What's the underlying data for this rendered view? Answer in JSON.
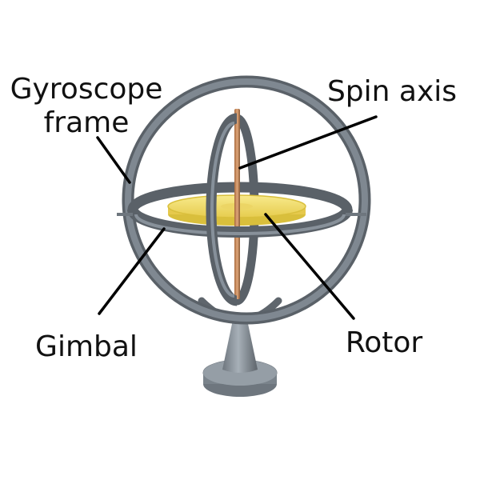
{
  "labels": {
    "frame_line1": "Gyroscope",
    "frame_line2": "frame",
    "spin_axis": "Spin axis",
    "gimbal": "Gimbal",
    "rotor": "Rotor"
  },
  "colors": {
    "metal": "#737c85",
    "metal_dark": "#545b62",
    "metal_light": "#9aa3ab",
    "rotor": "#f2df6e",
    "rotor_edge": "#d9bf3c",
    "axle": "#c98a5a",
    "axle_edge": "#8b5a36",
    "base": "#8c959e",
    "text": "#111111",
    "line": "#000000"
  }
}
